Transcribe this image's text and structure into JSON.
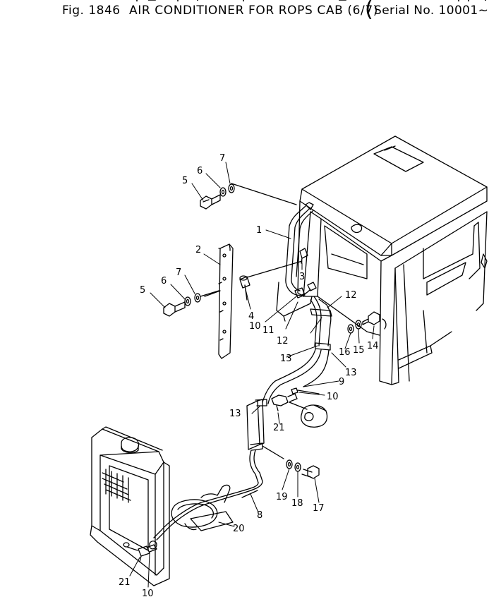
{
  "header": {
    "figure_label": "Fig. 1846",
    "title": "AIR CONDITIONER FOR ROPS CAB (6/7)",
    "serial": "Serial No. 10001~"
  },
  "callouts": {
    "n1": "1",
    "n2": "2",
    "n3": "3",
    "n4": "4",
    "n5a": "5",
    "n5b": "5",
    "n6a": "6",
    "n6b": "6",
    "n7a": "7",
    "n7b": "7",
    "n8": "8",
    "n9": "9",
    "n10a": "10",
    "n10b": "10",
    "n10c": "10",
    "n11": "11",
    "n12a": "12",
    "n12b": "12",
    "n13a": "13",
    "n13b": "13",
    "n13c": "13",
    "n14": "14",
    "n15": "15",
    "n16": "16",
    "n17": "17",
    "n18": "18",
    "n19": "19",
    "n20": "20",
    "n21a": "21",
    "n21b": "21"
  }
}
